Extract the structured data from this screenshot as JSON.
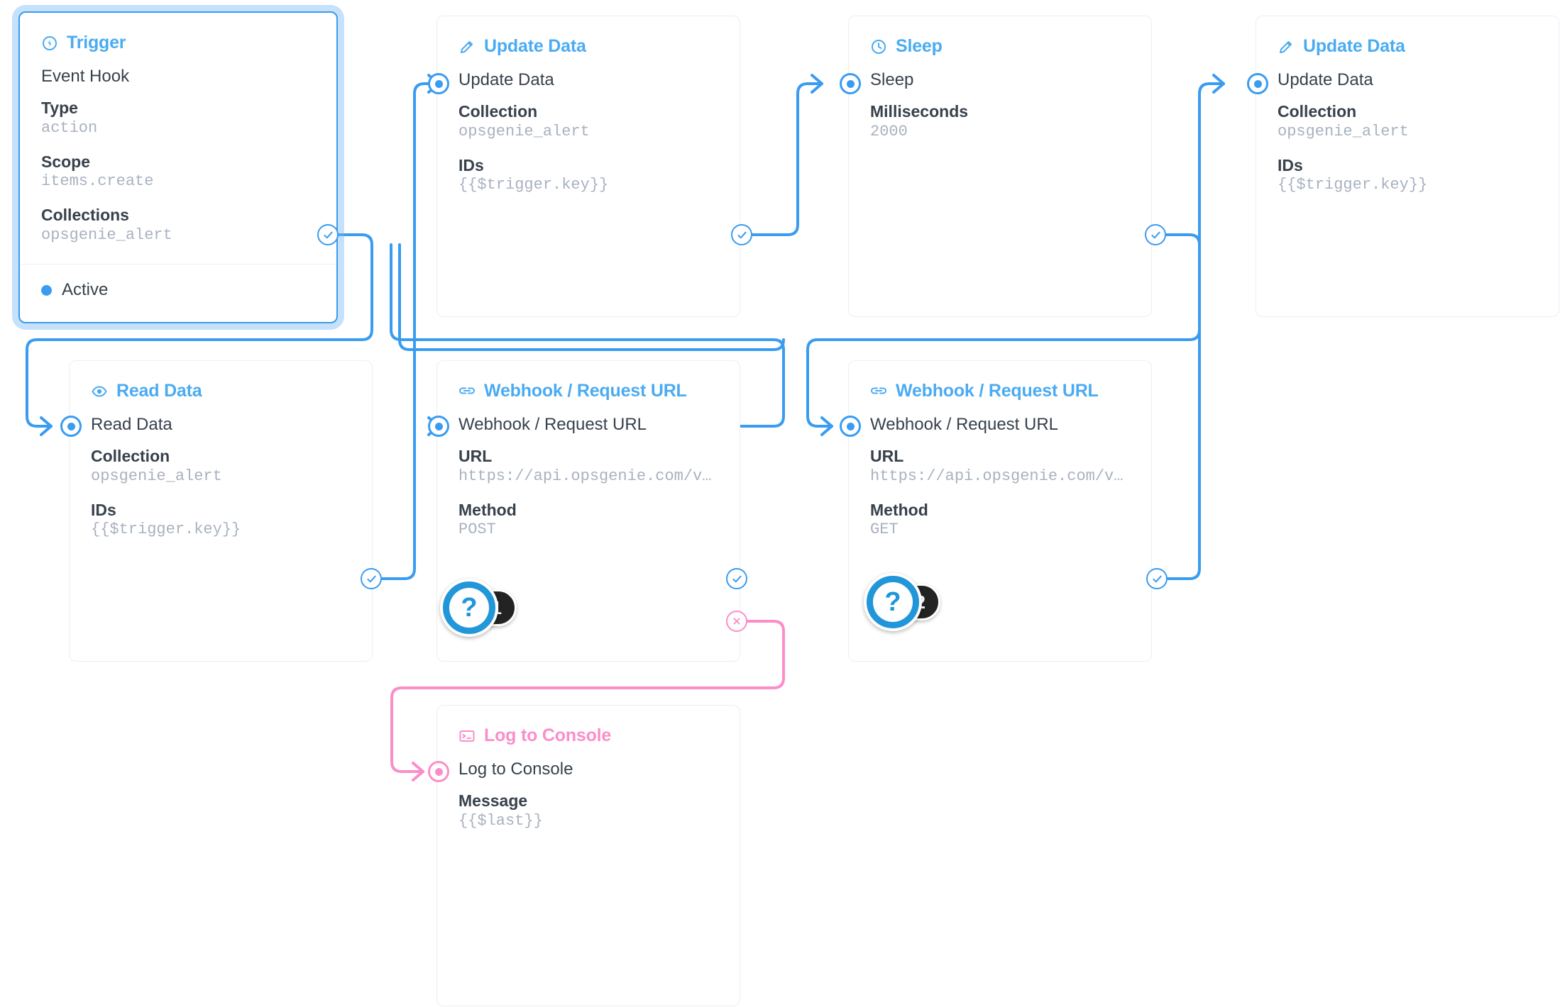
{
  "theme": {
    "accent_blue": "#3a9cf0",
    "title_blue": "#4babf2",
    "pink": "#fb8ec9",
    "label_gray": "#37414c",
    "value_gray": "#a9b2c0",
    "card_border": "#eceef1",
    "badge_dark": "#232323"
  },
  "nodes": {
    "trigger": {
      "title": "Trigger",
      "icon": "bolt-circle-icon",
      "name": "Event Hook",
      "fields": [
        {
          "label": "Type",
          "value": "action"
        },
        {
          "label": "Scope",
          "value": "items.create"
        },
        {
          "label": "Collections",
          "value": "opsgenie_alert"
        }
      ],
      "status": "Active"
    },
    "update_data_1": {
      "title": "Update Data",
      "icon": "pencil-icon",
      "name": "Update Data",
      "fields": [
        {
          "label": "Collection",
          "value": "opsgenie_alert"
        },
        {
          "label": "IDs",
          "value": "{{$trigger.key}}"
        }
      ]
    },
    "sleep": {
      "title": "Sleep",
      "icon": "clock-icon",
      "name": "Sleep",
      "fields": [
        {
          "label": "Milliseconds",
          "value": "2000"
        }
      ]
    },
    "update_data_2": {
      "title": "Update Data",
      "icon": "pencil-icon",
      "name": "Update Data",
      "fields": [
        {
          "label": "Collection",
          "value": "opsgenie_alert"
        },
        {
          "label": "IDs",
          "value": "{{$trigger.key}}"
        }
      ]
    },
    "read_data": {
      "title": "Read Data",
      "icon": "eye-icon",
      "name": "Read Data",
      "fields": [
        {
          "label": "Collection",
          "value": "opsgenie_alert"
        },
        {
          "label": "IDs",
          "value": "{{$trigger.key}}"
        }
      ]
    },
    "webhook_post": {
      "title": "Webhook / Request URL",
      "icon": "link-icon",
      "name": "Webhook / Request URL",
      "fields": [
        {
          "label": "URL",
          "value": "https://api.opsgenie.com/v…"
        },
        {
          "label": "Method",
          "value": "POST"
        }
      ]
    },
    "webhook_get": {
      "title": "Webhook / Request URL",
      "icon": "link-icon",
      "name": "Webhook / Request URL",
      "fields": [
        {
          "label": "URL",
          "value": "https://api.opsgenie.com/v…"
        },
        {
          "label": "Method",
          "value": "GET"
        }
      ]
    },
    "log_to_console": {
      "title": "Log to Console",
      "icon": "terminal-icon",
      "name": "Log to Console",
      "fields": [
        {
          "label": "Message",
          "value": "{{$last}}"
        }
      ]
    }
  },
  "badges": [
    {
      "icon": "question-mark-icon",
      "symbol": "?",
      "count": "1"
    },
    {
      "icon": "question-mark-icon",
      "symbol": "?",
      "count": "2"
    }
  ]
}
